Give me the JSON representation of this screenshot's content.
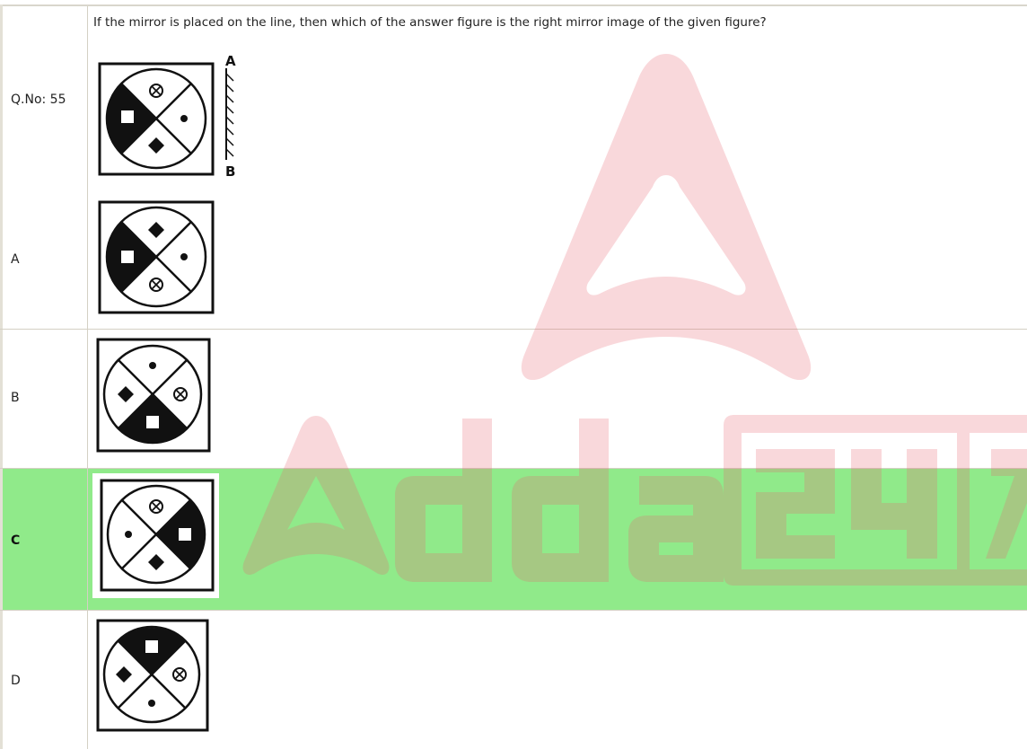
{
  "question": {
    "number_label": "Q.No: 55",
    "text": "If the mirror is placed on the line, then which of the answer figure is the right mirror image of the given figure?",
    "mirror_top_label": "A",
    "mirror_bottom_label": "B"
  },
  "options": [
    {
      "label": "A",
      "selected": false
    },
    {
      "label": "B",
      "selected": false
    },
    {
      "label": "C",
      "selected": true
    },
    {
      "label": "D",
      "selected": false
    }
  ],
  "watermark": {
    "text": "Adda247",
    "color": "#f2b8bd"
  },
  "colors": {
    "selected_row": "#90ea8a",
    "divider": "#d4d0c4"
  }
}
